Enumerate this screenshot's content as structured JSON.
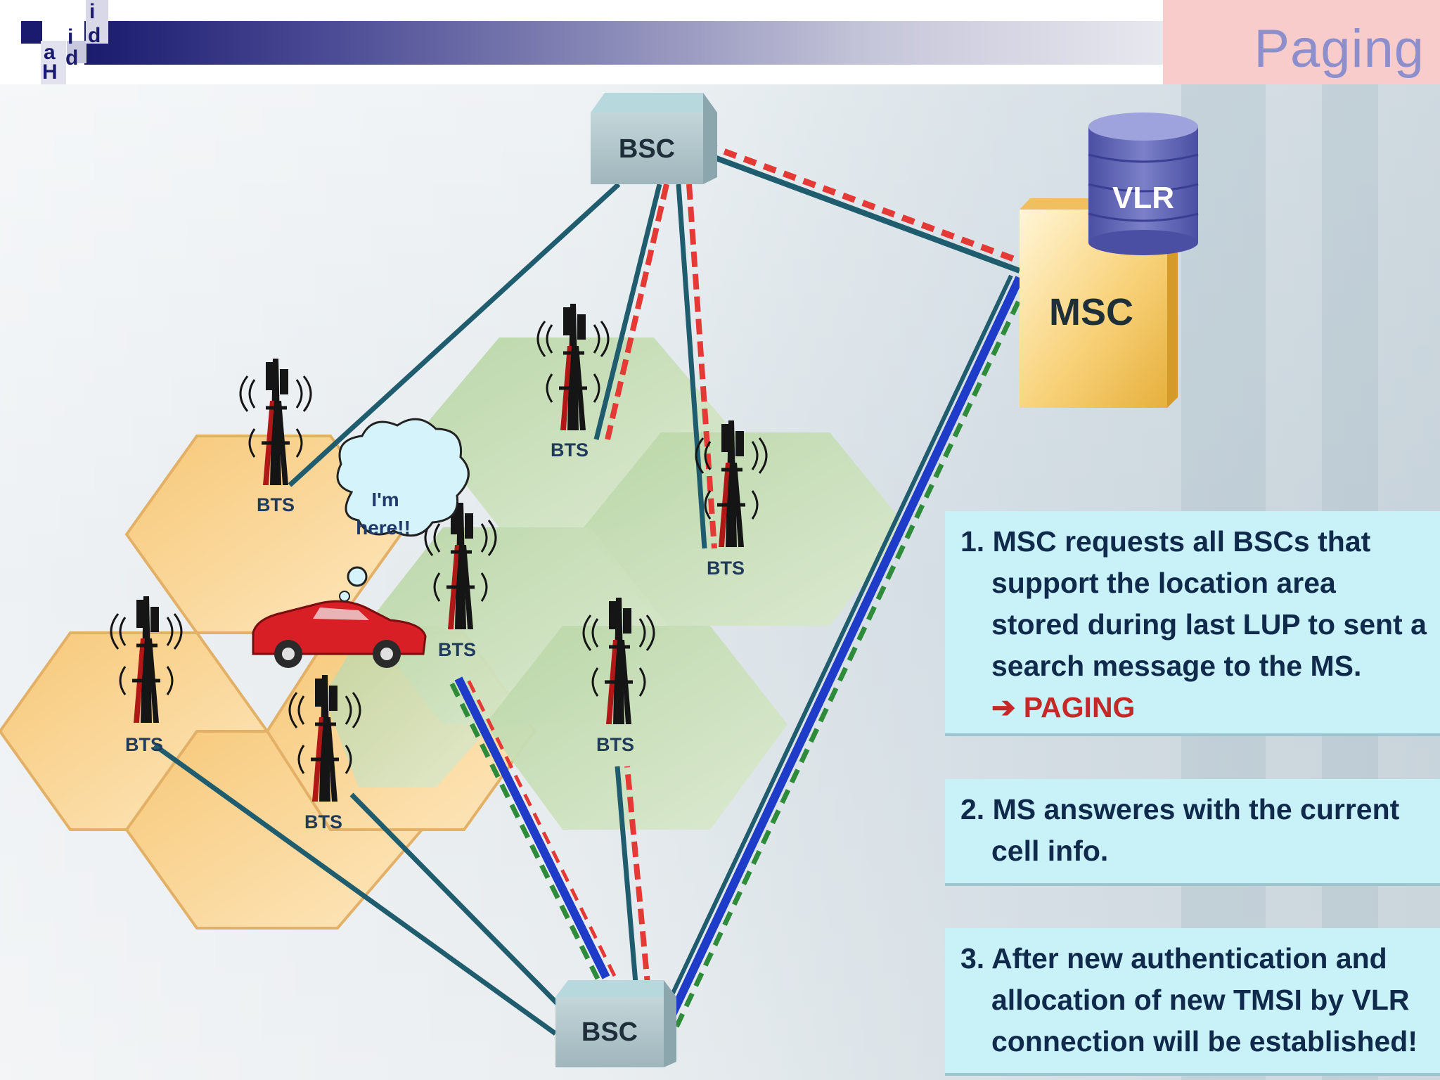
{
  "slide": {
    "title": "Paging",
    "logo_letters": [
      "i",
      "d",
      "i",
      "a",
      "d",
      "H"
    ]
  },
  "diagram": {
    "bsc_top_label": "BSC",
    "bsc_bottom_label": "BSC",
    "msc_label": "MSC",
    "vlr_label": "VLR",
    "bts_label": "BTS",
    "speech_line1": "I'm",
    "speech_line2": "here!!"
  },
  "steps": [
    {
      "lines": [
        "1. MSC requests all BSCs that",
        "support the location area",
        "stored during last LUP to sent a",
        "search message to the MS."
      ],
      "highlight": "➔ PAGING"
    },
    {
      "lines": [
        "2. MS answeres with the current",
        "cell info."
      ]
    },
    {
      "lines": [
        "3. After new authentication and",
        "allocation of new TMSI by VLR",
        "connection will be established!"
      ]
    }
  ],
  "colors": {
    "header_dark": "#1a1a6e",
    "title_bg": "#f9cccc",
    "title_text": "#8c8fcc",
    "info_bg": "#c9f1f8",
    "paging_red": "#c62828",
    "link_teal": "#1f5c6e",
    "link_red_dash": "#e53935",
    "link_blue": "#1e3cc8",
    "link_green_dash": "#2e8b3a",
    "cell_orange": "#f9d28f",
    "cell_green": "#c7ddb8"
  },
  "icons": {
    "bts": "antenna-tower-icon",
    "msc": "switch-box-icon",
    "vlr": "database-cylinder-icon",
    "car": "car-icon",
    "bubble": "thought-bubble-icon"
  }
}
